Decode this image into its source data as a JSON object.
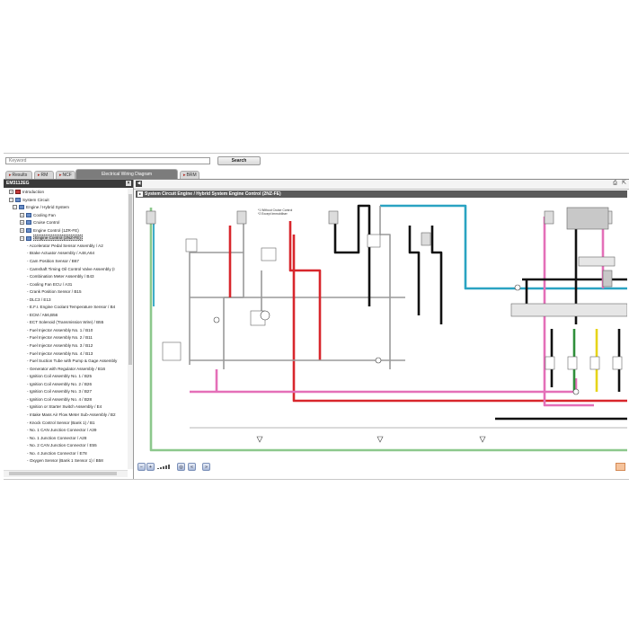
{
  "search": {
    "placeholder": "Keyword",
    "button_label": "Search"
  },
  "tabs": [
    {
      "label": "Results",
      "active": false
    },
    {
      "label": "RM",
      "active": false
    },
    {
      "label": "NCF",
      "active": false
    },
    {
      "label": "Electrical Wiring Diagram",
      "active": true
    },
    {
      "label": "BRM",
      "active": false
    }
  ],
  "sidebar": {
    "header": "EM3112EG",
    "close_label": "×",
    "items": [
      {
        "label": "Introduction",
        "level": 1,
        "icon": "book-red-icon",
        "toggle": "+"
      },
      {
        "label": "System Circuit",
        "level": 1,
        "icon": "book-icon",
        "toggle": "−"
      },
      {
        "label": "Engine / Hybrid System",
        "level": 2,
        "icon": "book-icon",
        "toggle": "−"
      },
      {
        "label": "Cooling Fan",
        "level": 3,
        "icon": "book-icon",
        "toggle": "+"
      },
      {
        "label": "Cruise Control",
        "level": 3,
        "icon": "book-icon",
        "toggle": "+"
      },
      {
        "label": "Engine Control (1ZR-FE)",
        "level": 3,
        "icon": "book-icon",
        "toggle": "+"
      },
      {
        "label": "Engine Control (2NZ-FE)",
        "level": 3,
        "icon": "book-icon",
        "toggle": "−",
        "selected": true
      },
      {
        "label": "Accelerator Pedal Sensor Assembly / A2",
        "level": 4
      },
      {
        "label": "Brake Actuator Assembly / A48,A64",
        "level": 4
      },
      {
        "label": "Cam Position Sensor / B67",
        "level": 4
      },
      {
        "label": "Camshaft Timing Oil Control Valve Assembly (I",
        "level": 4
      },
      {
        "label": "Combination Meter Assembly / B43",
        "level": 4
      },
      {
        "label": "Cooling Fan ECU / A31",
        "level": 4
      },
      {
        "label": "Crank Position Sensor / B15",
        "level": 4
      },
      {
        "label": "DLC3 / E13",
        "level": 4
      },
      {
        "label": "E.F.I. Engine Coolant Temperature Sensor / B4",
        "level": 4
      },
      {
        "label": "ECM / A56,B56",
        "level": 4
      },
      {
        "label": "ECT Solenoid (Transmission Wire) / B55",
        "level": 4
      },
      {
        "label": "Fuel Injector Assembly No. 1 / B10",
        "level": 4
      },
      {
        "label": "Fuel Injector Assembly No. 2 / B11",
        "level": 4
      },
      {
        "label": "Fuel Injector Assembly No. 3 / B12",
        "level": 4
      },
      {
        "label": "Fuel Injector Assembly No. 4 / B13",
        "level": 4
      },
      {
        "label": "Fuel Suction Tube with Pump & Gage Assembly",
        "level": 4
      },
      {
        "label": "Generator with Regulator Assembly / B16",
        "level": 4
      },
      {
        "label": "Ignition Coil Assembly No. 1 / B25",
        "level": 4
      },
      {
        "label": "Ignition Coil Assembly No. 2 / B26",
        "level": 4
      },
      {
        "label": "Ignition Coil Assembly No. 3 / B27",
        "level": 4
      },
      {
        "label": "Ignition Coil Assembly No. 4 / B28",
        "level": 4
      },
      {
        "label": "Ignition or Starter Switch Assembly / E4",
        "level": 4
      },
      {
        "label": "Intake Mass Air Flow Meter Sub-Assembly / B2",
        "level": 4
      },
      {
        "label": "Knock Control Sensor (Bank 1) / B1",
        "level": 4
      },
      {
        "label": "No. 1 CAN Junction Connector / A39",
        "level": 4
      },
      {
        "label": "No. 1 Junction Connector / A28",
        "level": 4
      },
      {
        "label": "No. 2 CAN Junction Connector / E55",
        "level": 4
      },
      {
        "label": "No. 4 Junction Connector / E78",
        "level": 4
      },
      {
        "label": "Oxygen Sensor (Bank 1 Sensor 1) / B58",
        "level": 4
      }
    ]
  },
  "main": {
    "collapse_label": "◀",
    "title_toggle": "▸",
    "title": "System Circuit  Engine / Hybrid System  Engine Control (2NZ-FE)",
    "diagram_notes": [
      "*1 Without Cruise Control",
      "*2 Except Immobiliser"
    ]
  },
  "wire_colors": {
    "blue": "#2aa3c2",
    "red": "#d8262c",
    "black": "#111111",
    "gray": "#9a9a9a",
    "pink": "#e46fb8",
    "green": "#8cc88c",
    "yellow": "#e6d418",
    "dark_green": "#2f8f3a"
  },
  "bottom_bar": {
    "buttons": [
      "zoom-out",
      "zoom-in",
      "prev-page",
      "next-page"
    ]
  }
}
